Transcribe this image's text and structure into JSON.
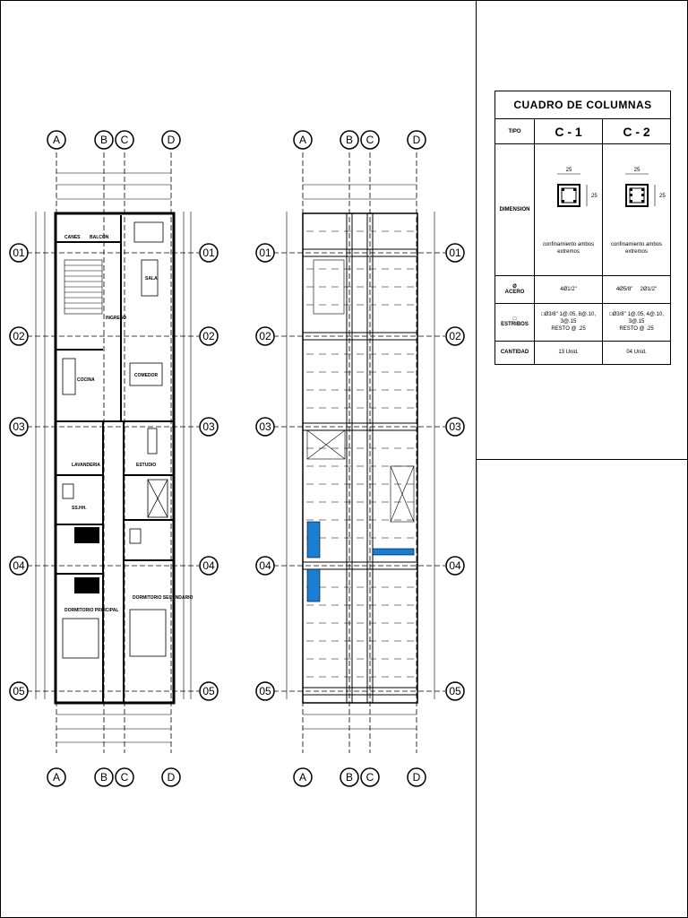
{
  "grid_axes": {
    "columns": [
      "A",
      "B",
      "C",
      "D"
    ],
    "rows": [
      "01",
      "02",
      "03",
      "04",
      "05"
    ]
  },
  "plan_left": {
    "rooms": {
      "canes": "CANES",
      "balcon": "BALCON",
      "ingreso": "INGRESO",
      "sala": "SALA",
      "cocina": "COCINA",
      "comedor": "COMEDOR",
      "lavanderia": "LAVANDERIA",
      "estudio": "ESTUDIO",
      "ss_hh": "SS.HH.",
      "dormitorio_principal": "DORMITORIO PRINCIPAL",
      "dormitorio_secundario": "DORMITORIO SECUNDARIO"
    }
  },
  "schedule": {
    "title": "CUADRO DE COLUMNAS",
    "row_labels": {
      "tipo": "TIPO",
      "dimension": "DIMENSION",
      "acero_symbol": "Ø",
      "acero": "ACERO",
      "estribos_symbol": "□",
      "estribos": "ESTRIBOS",
      "cantidad": "CANTIDAD"
    },
    "columns": [
      {
        "tipo": "C - 1",
        "dim_top": "25",
        "dim_side": "25",
        "note": "confinamiento ambos extremos",
        "acero": "4Ø1/2\"",
        "estribos_line1": "□Ø3/8\" 1@.05, 8@.10, 3@.15",
        "estribos_line2": "RESTO @ .25",
        "cantidad": "13 Unid."
      },
      {
        "tipo": "C - 2",
        "dim_top": "25",
        "dim_side": "25",
        "note": "confinamiento ambos extremos",
        "acero_a": "4Ø5/8\"",
        "acero_b": "2Ø1/2\"",
        "estribos_line1": "□Ø3/8\" 1@.05, 4@.10, 3@.15",
        "estribos_line2": "RESTO @ .25",
        "cantidad": "04 Unid."
      }
    ]
  },
  "colors": {
    "line": "#000000",
    "blue_fill": "#1a7fd4"
  }
}
